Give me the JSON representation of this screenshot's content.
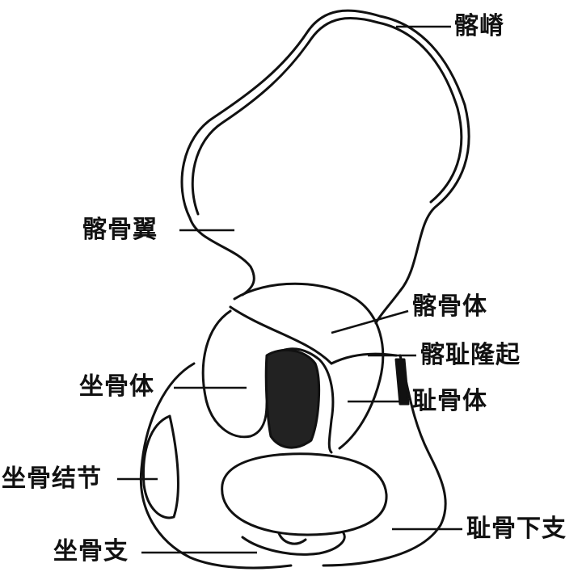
{
  "labels": {
    "iliac_crest": "髂嵴",
    "iliac_wing": "髂骨翼",
    "iliac_body": "髂骨体",
    "iliopubic_eminence": "髂耻隆起",
    "ischial_body": "坐骨体",
    "pubic_body": "耻骨体",
    "ischial_tuberosity": "坐骨结节",
    "inferior_pubic_ramus": "耻骨下支",
    "ischial_ramus": "坐骨支"
  },
  "colors": {
    "ink": "#111111",
    "paper": "#ffffff"
  }
}
